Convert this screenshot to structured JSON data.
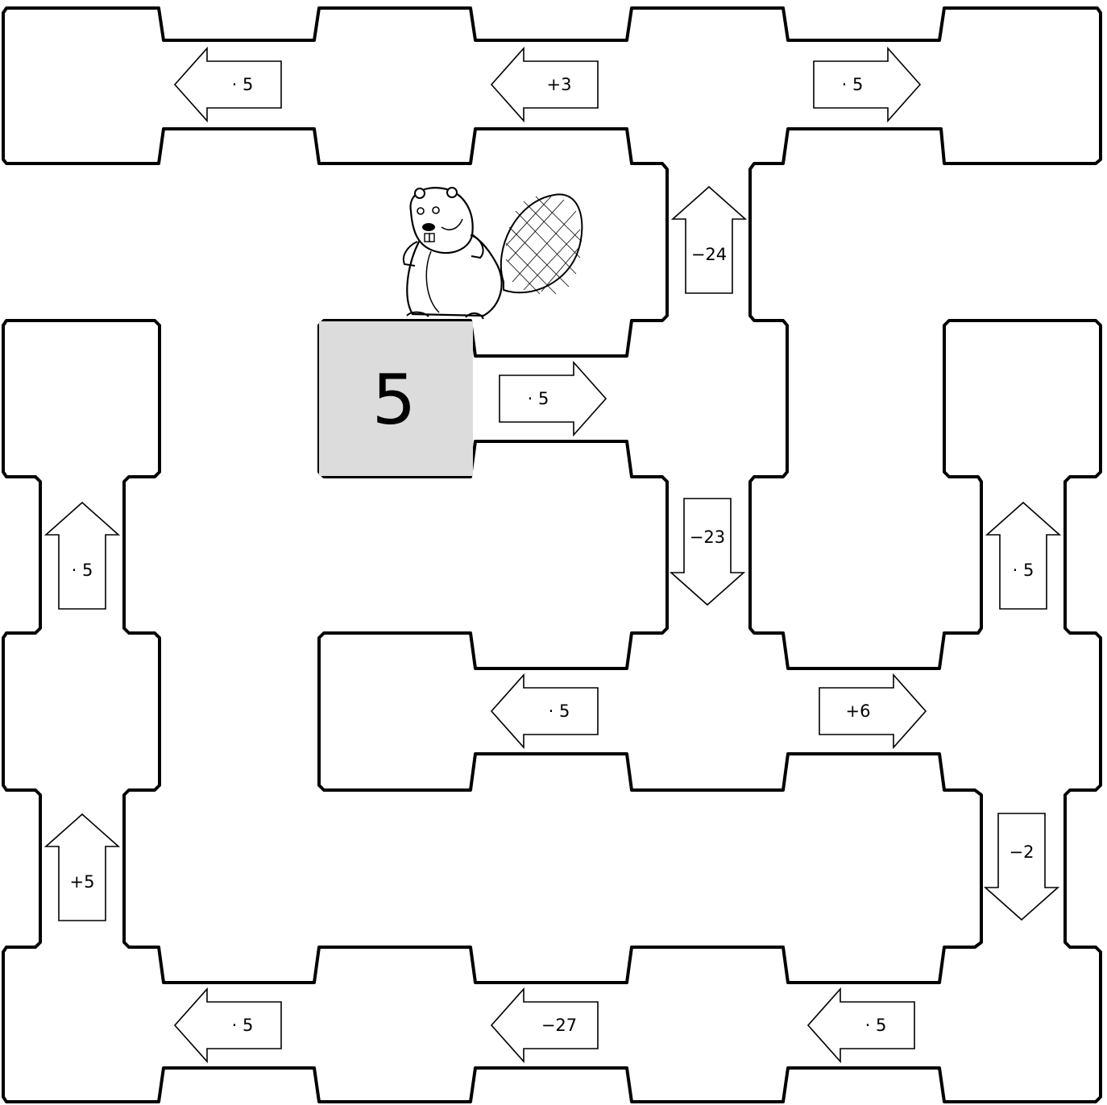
{
  "puzzle": {
    "start_value": "5",
    "start_fill": "#dcdcdc",
    "mascot": "beaver-icon",
    "operations": [
      {
        "id": "op-top-1",
        "label": "· 5",
        "direction": "left"
      },
      {
        "id": "op-top-2",
        "label": "+3",
        "direction": "left"
      },
      {
        "id": "op-top-3",
        "label": "· 5",
        "direction": "right"
      },
      {
        "id": "op-start",
        "label": "· 5",
        "direction": "right"
      },
      {
        "id": "op-mid-up",
        "label": "−24",
        "direction": "up"
      },
      {
        "id": "op-mid-down",
        "label": "−23",
        "direction": "down"
      },
      {
        "id": "op-left-up-1",
        "label": "· 5",
        "direction": "up"
      },
      {
        "id": "op-left-up-2",
        "label": "+5",
        "direction": "up"
      },
      {
        "id": "op-right-up",
        "label": "· 5",
        "direction": "up"
      },
      {
        "id": "op-center-left",
        "label": "· 5",
        "direction": "left"
      },
      {
        "id": "op-center-right",
        "label": "+6",
        "direction": "right"
      },
      {
        "id": "op-right-down",
        "label": "−2",
        "direction": "down"
      },
      {
        "id": "op-bottom-1",
        "label": "· 5",
        "direction": "left"
      },
      {
        "id": "op-bottom-2",
        "label": "−27",
        "direction": "left"
      },
      {
        "id": "op-bottom-3",
        "label": "· 5",
        "direction": "left"
      }
    ]
  }
}
